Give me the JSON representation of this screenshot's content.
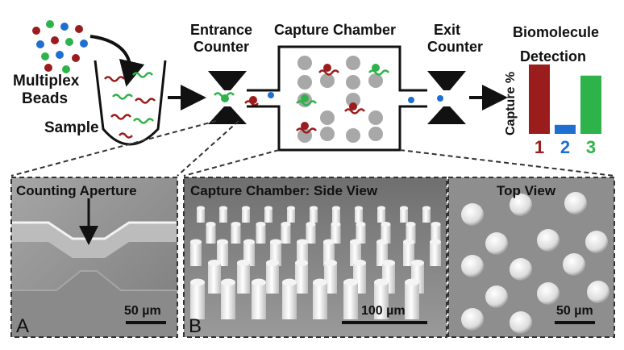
{
  "diagram": {
    "labels": {
      "multiplex": "Multiplex",
      "beads": "Beads",
      "sample": "Sample",
      "entrance_line1": "Entrance",
      "entrance_line2": "Counter",
      "capture_chamber": "Capture Chamber",
      "exit_line1": "Exit",
      "exit_line2": "Counter",
      "detection_line1": "Biomolecule",
      "detection_line2": "Detection"
    },
    "colors": {
      "bead_red": "#9b1c1c",
      "bead_green": "#2db34a",
      "bead_blue": "#1f6fd1",
      "pillar_gray": "#a8a8a8",
      "counter_black": "#111111"
    }
  },
  "chart_data": {
    "type": "bar",
    "ylabel": "Capture %",
    "categories": [
      "1",
      "2",
      "3"
    ],
    "values": [
      100,
      13,
      84
    ],
    "colors": [
      "#9b1c1c",
      "#1f6fd1",
      "#2db34a"
    ]
  },
  "panels": {
    "a": {
      "title": "Counting Aperture",
      "letter": "A",
      "scale": "50 µm"
    },
    "b": {
      "title": "Capture Chamber: Side View",
      "letter": "B",
      "scale": "100 µm"
    },
    "top": {
      "title": "Top View",
      "scale": "50 µm"
    }
  }
}
